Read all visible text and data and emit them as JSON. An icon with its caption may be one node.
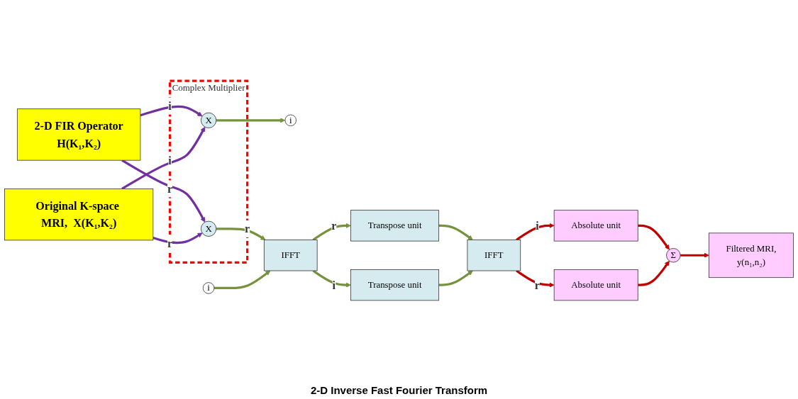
{
  "diagram": {
    "nodes": [
      {
        "text": [
          "2-D FIR  Operator",
          "H(K₁,K₂)"
        ]
      },
      {
        "text": [
          "Original K-space MRI,  X(K₁,K₂)"
        ]
      },
      {
        "text": [
          "Complex Multiplier"
        ]
      },
      {
        "text": [
          "X"
        ],
        "in": 2
      },
      {
        "text": [
          "X"
        ],
        "in": 2
      },
      {
        "text": [
          "i"
        ]
      },
      {
        "text": [
          "i"
        ]
      },
      {
        "text": [
          "IFFT"
        ]
      },
      {
        "text": [
          "Transpose unit"
        ]
      },
      {
        "text": [
          "Transpose unit"
        ]
      },
      {
        "text": [
          "IFFT"
        ]
      },
      {
        "text": [
          "Absolute unit"
        ]
      },
      {
        "text": [
          "Absolute unit"
        ]
      },
      {
        "text": [
          "Σ"
        ]
      },
      {
        "text": [
          "Filtered MRI,",
          "y(n₁,n₂)"
        ]
      }
    ],
    "edges": [
      {
        "from": 0,
        "to": 3,
        "arrow": "to",
        "label": "i",
        "color": "#7030a0"
      },
      {
        "from": 0,
        "to": 4,
        "arrow": "to",
        "label": "r",
        "color": "#7030a0"
      },
      {
        "from": 1,
        "to": 3,
        "arrow": "to",
        "label": "i",
        "color": "#7030a0"
      },
      {
        "from": 1,
        "to": 4,
        "arrow": "to",
        "label": "r",
        "color": "#7030a0"
      },
      {
        "from": 3,
        "to": 5,
        "arrow": "to"
      },
      {
        "from": 4,
        "to": 7,
        "arrow": "to",
        "label": "r"
      },
      {
        "from": 6,
        "to": 7,
        "arrow": "to"
      },
      {
        "from": 7,
        "to": 8,
        "arrow": "to",
        "label": "r"
      },
      {
        "from": 7,
        "to": 9,
        "arrow": "to",
        "label": "i"
      },
      {
        "from": 8,
        "to": 10,
        "arrow": "to"
      },
      {
        "from": 9,
        "to": 10,
        "arrow": "to"
      },
      {
        "from": 10,
        "to": 11,
        "arrow": "to",
        "label": "i",
        "color": "#c00000"
      },
      {
        "from": 10,
        "to": 12,
        "arrow": "to",
        "label": "r",
        "color": "#c00000"
      },
      {
        "from": 11,
        "to": 13,
        "arrow": "to",
        "color": "#c00000"
      },
      {
        "from": 12,
        "to": 13,
        "arrow": "to",
        "color": "#c00000"
      },
      {
        "from": 13,
        "to": 14,
        "arrow": "to",
        "color": "#c00000"
      }
    ],
    "labels": [
      "2-D Inverse Fast Fourier Transform"
    ]
  }
}
